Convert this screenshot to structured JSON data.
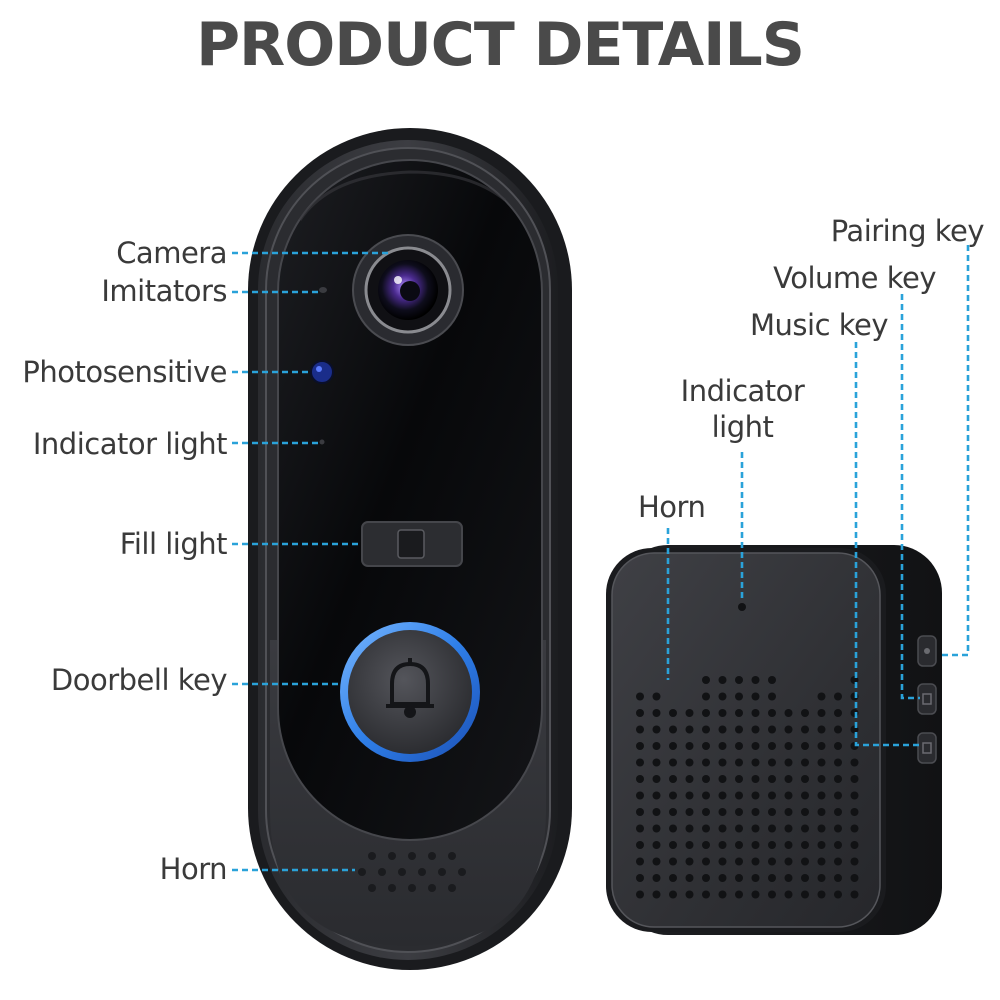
{
  "title": "PRODUCT DETAILS",
  "doorbell_labels": {
    "camera": "Camera",
    "imitators": "Imitators",
    "photosensitive": "Photosensitive",
    "indicator_light": "Indicator light",
    "fill_light": "Fill light",
    "doorbell_key": "Doorbell key",
    "horn": "Horn"
  },
  "chime_labels": {
    "pairing_key": "Pairing key",
    "volume_key": "Volume key",
    "music_key": "Music key",
    "indicator_light_line1": "Indicator",
    "indicator_light_line2": "light",
    "horn": "Horn"
  },
  "colors": {
    "leader_line": "#2aa2d9",
    "title_text": "#4a4a4a",
    "device_body": "#1b1c1f",
    "button_ring": "#2f7fe8"
  },
  "icons": {
    "doorbell_button": "bell-icon"
  }
}
